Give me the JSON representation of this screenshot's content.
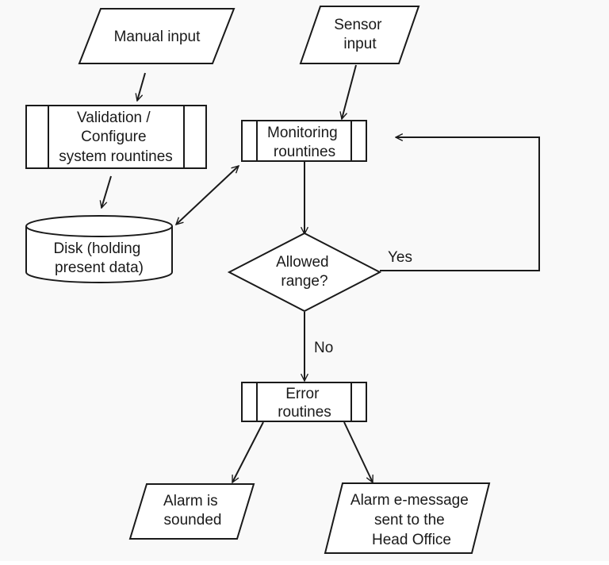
{
  "nodes": {
    "manual_input": {
      "lines": [
        "Manual input"
      ]
    },
    "sensor_input": {
      "lines": [
        "Sensor",
        "input"
      ]
    },
    "validation": {
      "lines": [
        "Validation /",
        "Configure",
        "system rountines"
      ]
    },
    "monitoring": {
      "lines": [
        "Monitoring",
        "rountines"
      ]
    },
    "disk": {
      "lines": [
        "Disk (holding",
        "present data)"
      ]
    },
    "decision": {
      "lines": [
        "Allowed",
        "range?"
      ]
    },
    "error": {
      "lines": [
        "Error",
        "routines"
      ]
    },
    "alarm": {
      "lines": [
        "Alarm is",
        "sounded"
      ]
    },
    "email": {
      "lines": [
        "Alarm e-message",
        "sent to the",
        "Head Office"
      ]
    }
  },
  "edges": {
    "yes_label": "Yes",
    "no_label": "No"
  }
}
